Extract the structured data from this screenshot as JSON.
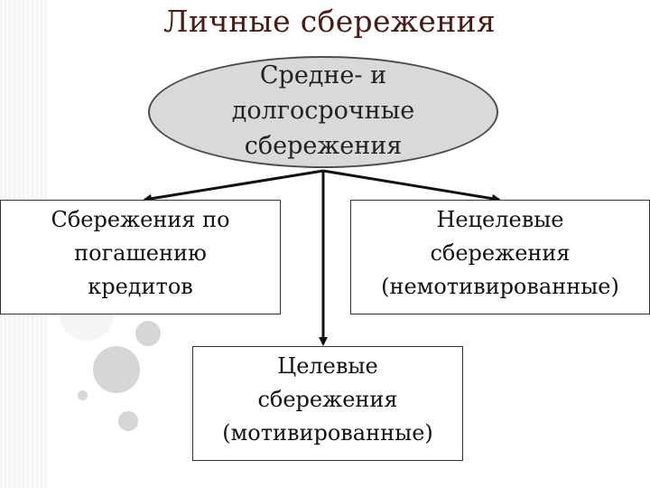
{
  "title": "Личные сбережения",
  "center": {
    "label": "Средне- и\nдолгосрочные\nсбережения"
  },
  "branches": {
    "left": "Сбережения по\nпогашению\nкредитов",
    "right": "Нецелевые\nсбережения\n(немотивированные)",
    "bottom": "Целевые\nсбережения\n(мотивированные)"
  },
  "colors": {
    "title": "#4a1a14",
    "ellipse_fill": "#d9d9d9",
    "decor_circles": "#d6d6d6",
    "connector": "#111111"
  }
}
